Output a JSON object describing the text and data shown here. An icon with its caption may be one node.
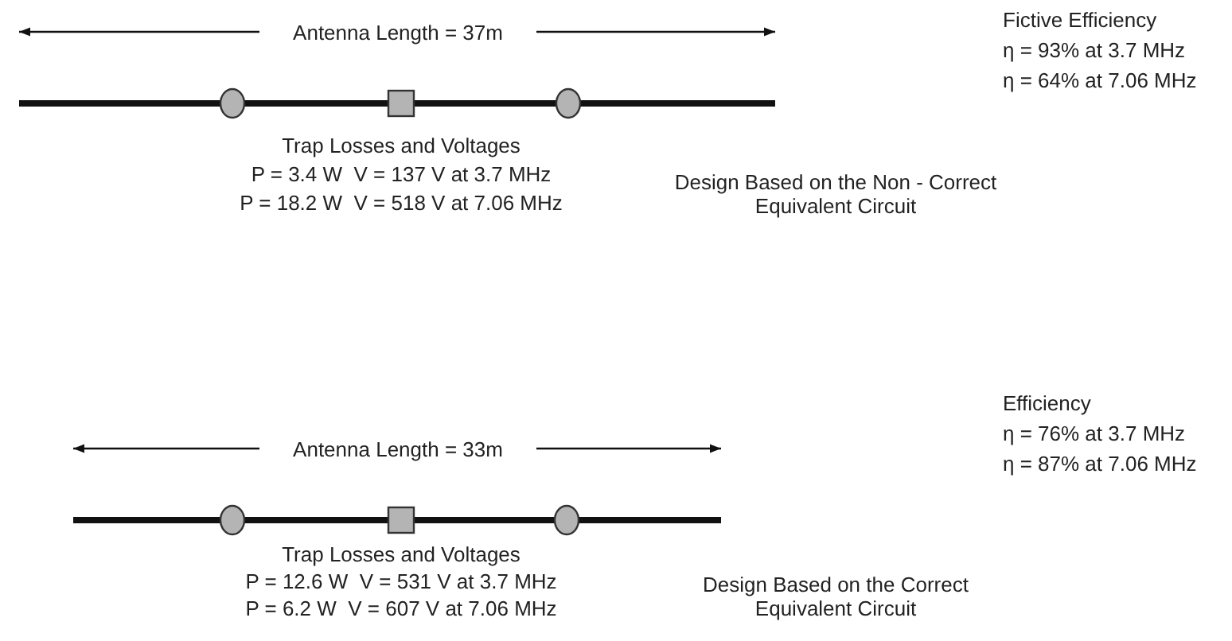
{
  "diagram": {
    "labels": [
      "Antenna Length = 37m",
      "Fictive Efficiency",
      "η = 93% at 3.7 MHz",
      "η = 64% at 7.06 MHz",
      "Trap Losses and Voltages",
      "P = 3.4 W  V = 137 V at 3.7 MHz",
      "P = 18.2 W  V = 518 V at 7.06 MHz",
      "Design Based on the Non - Correct Equivalent Circuit",
      "Antenna Length = 33m",
      "Efficiency",
      "η = 76% at 3.7 MHz",
      "η = 87% at 7.06 MHz",
      "Trap Losses and Voltages",
      "P = 12.6 W  V = 531 V at 3.7 MHz",
      "P = 6.2 W  V = 607 V at 7.06 MHz",
      "Design Based on the Correct Equivalent Circuit"
    ]
  }
}
